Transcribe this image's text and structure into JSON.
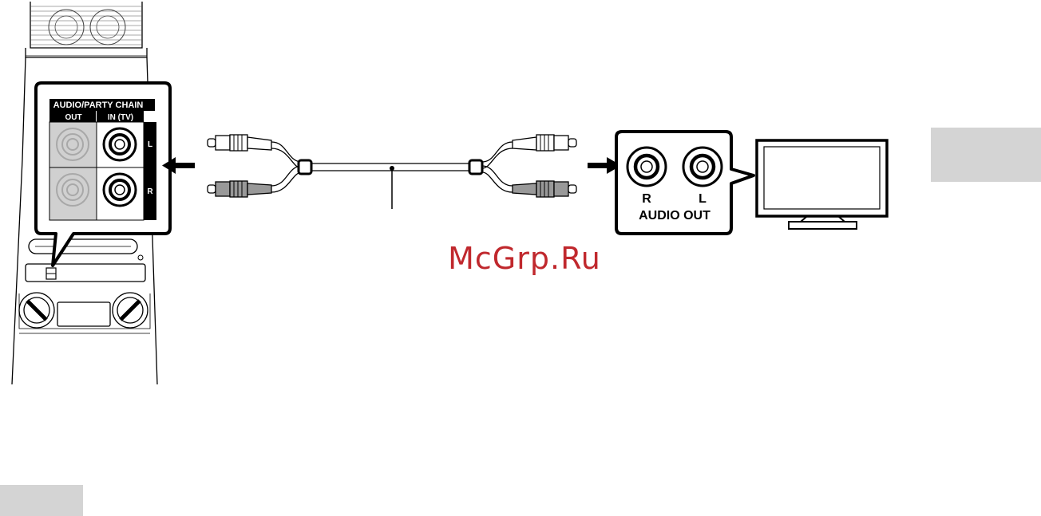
{
  "panel": {
    "title": "AUDIO/PARTY CHAIN",
    "col_out": "OUT",
    "col_in": "IN (TV)",
    "row_l": "L",
    "row_r": "R"
  },
  "tv_panel": {
    "jack_r": "R",
    "jack_l": "L",
    "label": "AUDIO OUT"
  },
  "watermark": "McGrp.Ru",
  "colors": {
    "line": "#000000",
    "gray_jack_bg": "#d0d0d0",
    "tab_gray": "#d4d4d4",
    "watermark": "#c0282d"
  }
}
